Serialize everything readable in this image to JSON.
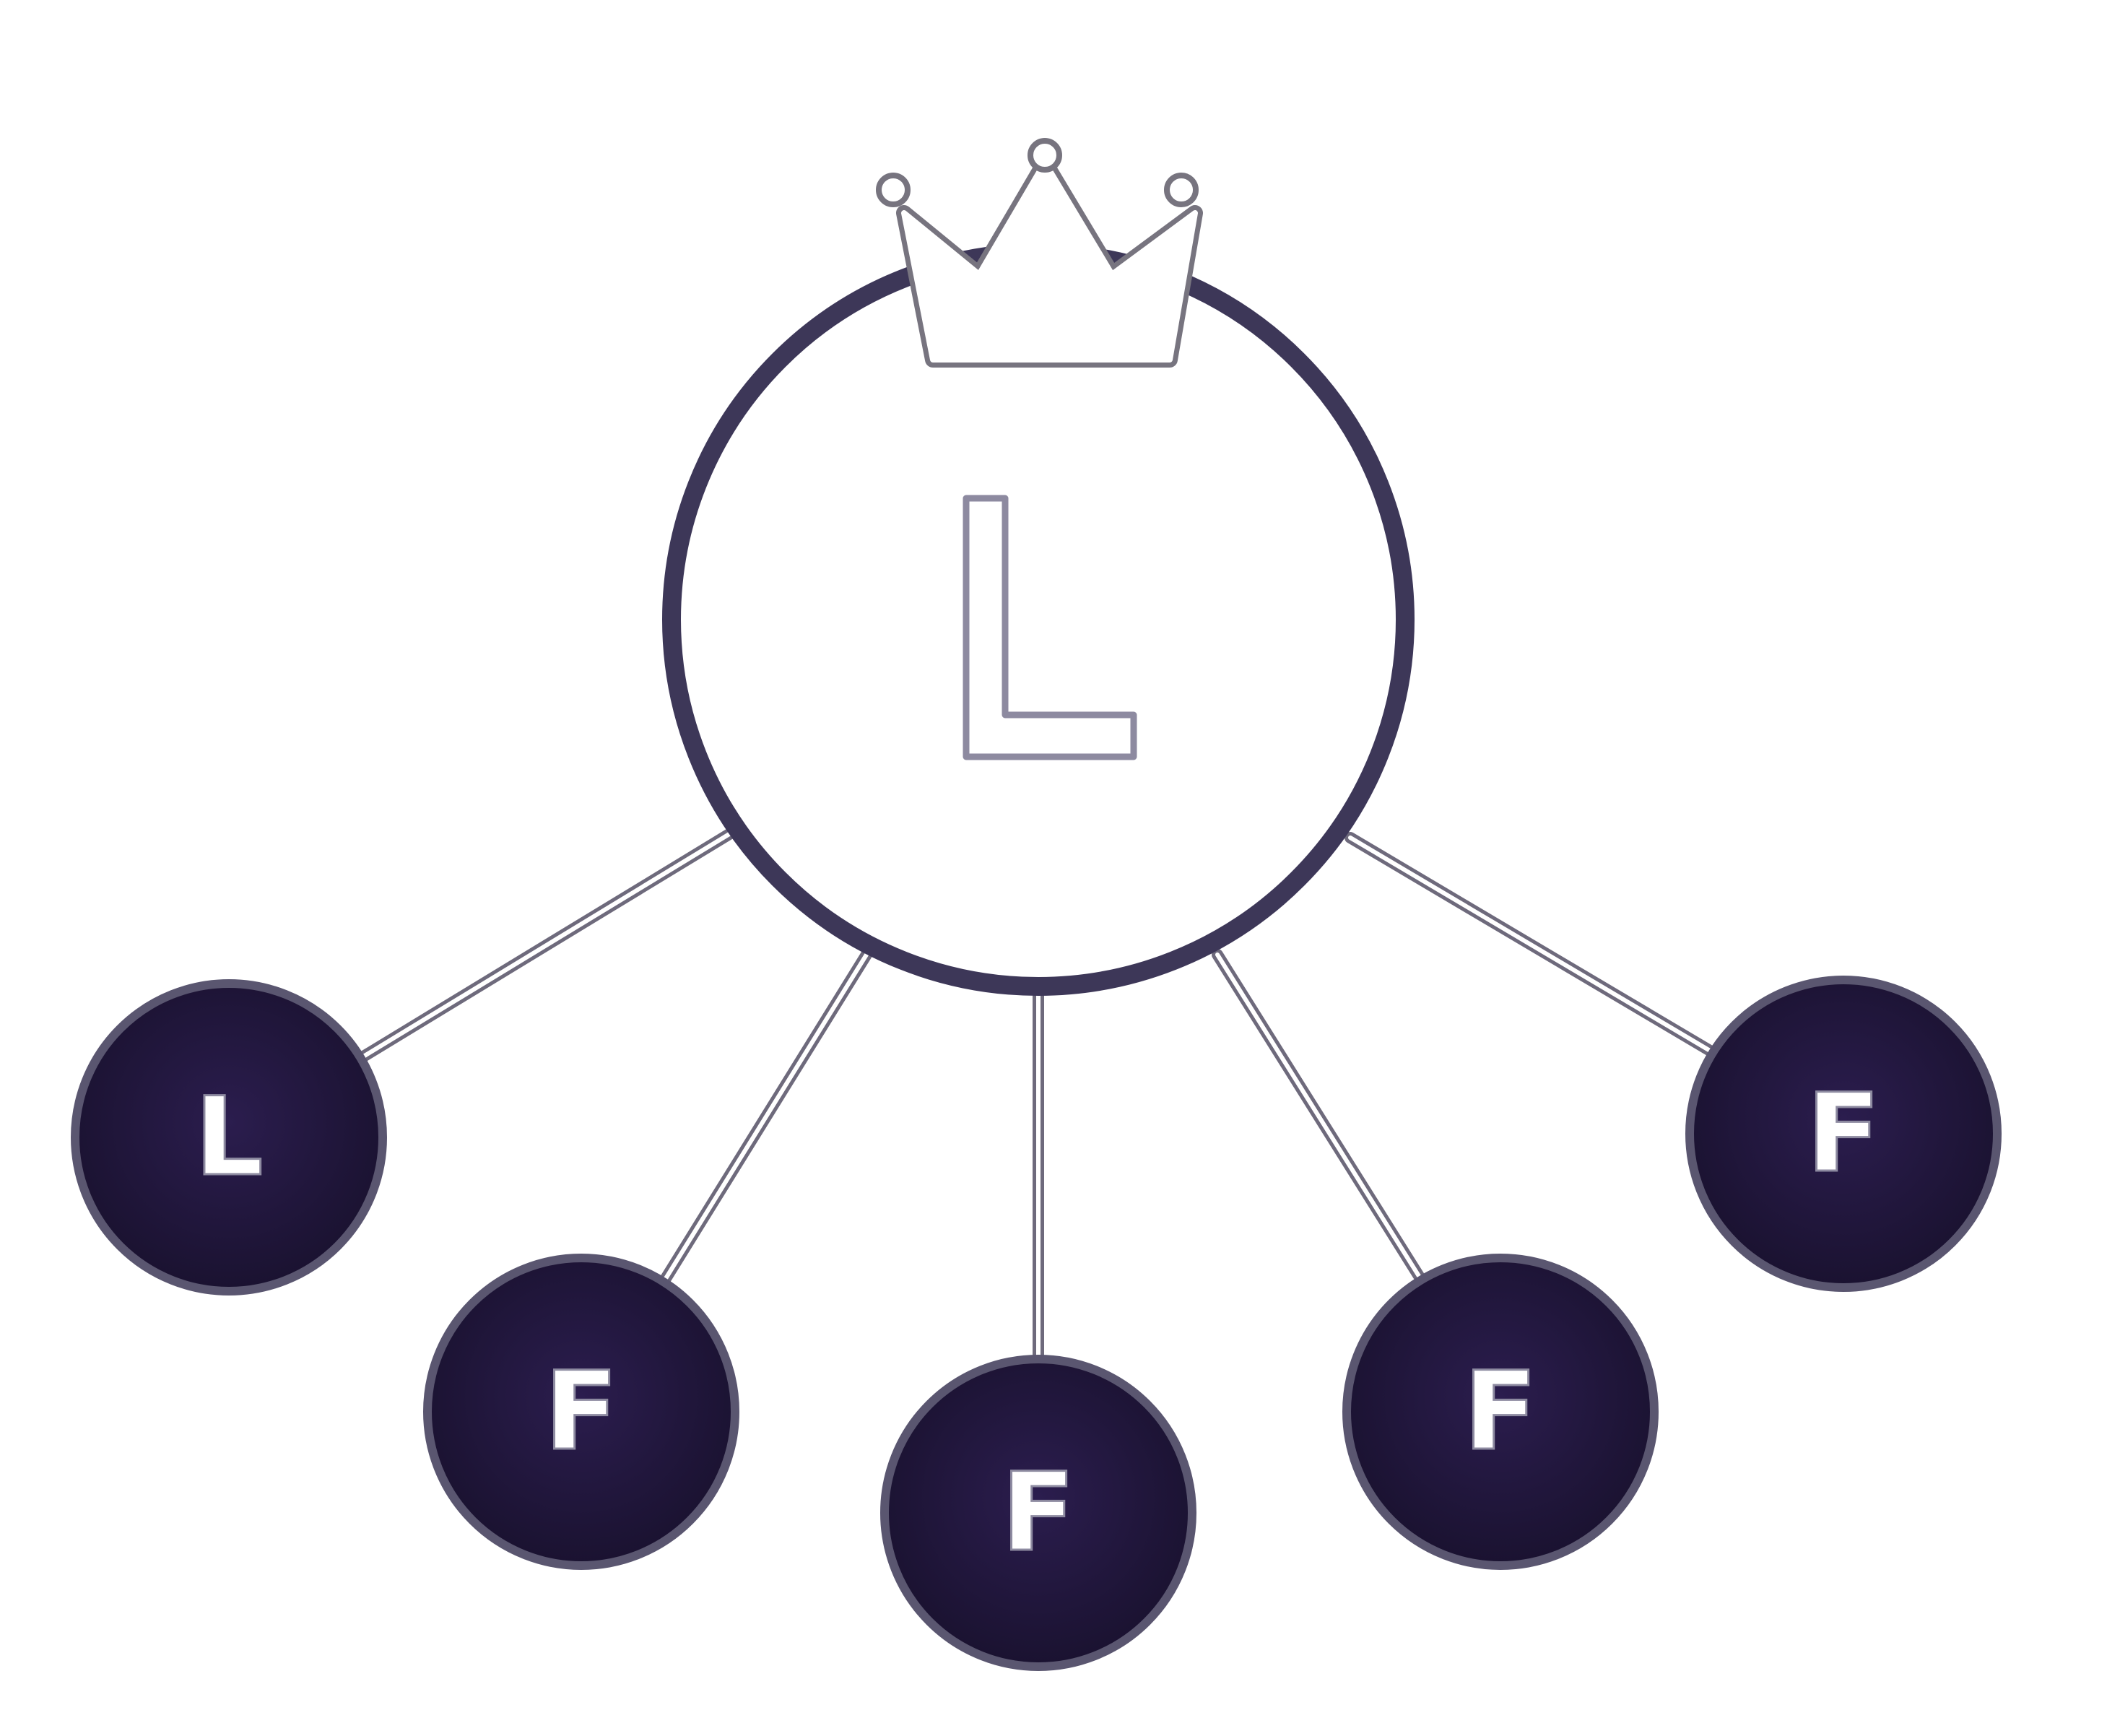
{
  "diagram": {
    "leader": {
      "label": "L",
      "has_crown": true
    },
    "children": [
      {
        "label": "L"
      },
      {
        "label": "F"
      },
      {
        "label": "F"
      },
      {
        "label": "F"
      },
      {
        "label": "F"
      }
    ]
  },
  "colors": {
    "background": "#ffffff",
    "node_fill": "#1e1535",
    "node_fill_center": "#2b1d4e",
    "node_stroke": "#5a5670",
    "leader_ring": "#3d3758",
    "leader_fill": "#ffffff",
    "connector": "#6e6a7c",
    "label_fill": "#ffffff",
    "label_outline": "#8d8aa0",
    "crown_fill": "#ffffff",
    "crown_stroke": "#77747f"
  },
  "icons": {
    "leader_decoration": "crown-icon"
  }
}
